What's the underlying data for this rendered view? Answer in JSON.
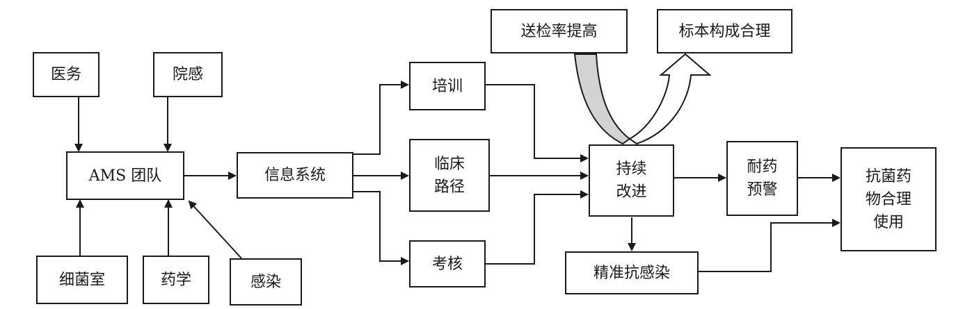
{
  "nodes": {
    "yiwu": "医务",
    "yuangan": "院感",
    "ams_team": "AMS 团队",
    "xijunshi": "细菌室",
    "yaoxue": "药学",
    "ganran": "感染",
    "xinxi": "信息系统",
    "peixun": "培训",
    "linchuang": "临床\n路径",
    "kaohe": "考核",
    "songjian": "送检率提高",
    "biaoben": "标本构成合理",
    "chixu": "持续\n改进",
    "naiyao": "耐药\n预警",
    "jingzhun": "精准抗感染",
    "kangjun": "抗菌药\n物合理\n使用"
  },
  "colors": {
    "line": "#1a1a1a",
    "shaded_arrow": "#d3d3d3",
    "hollow_arrow": "#ffffff"
  }
}
